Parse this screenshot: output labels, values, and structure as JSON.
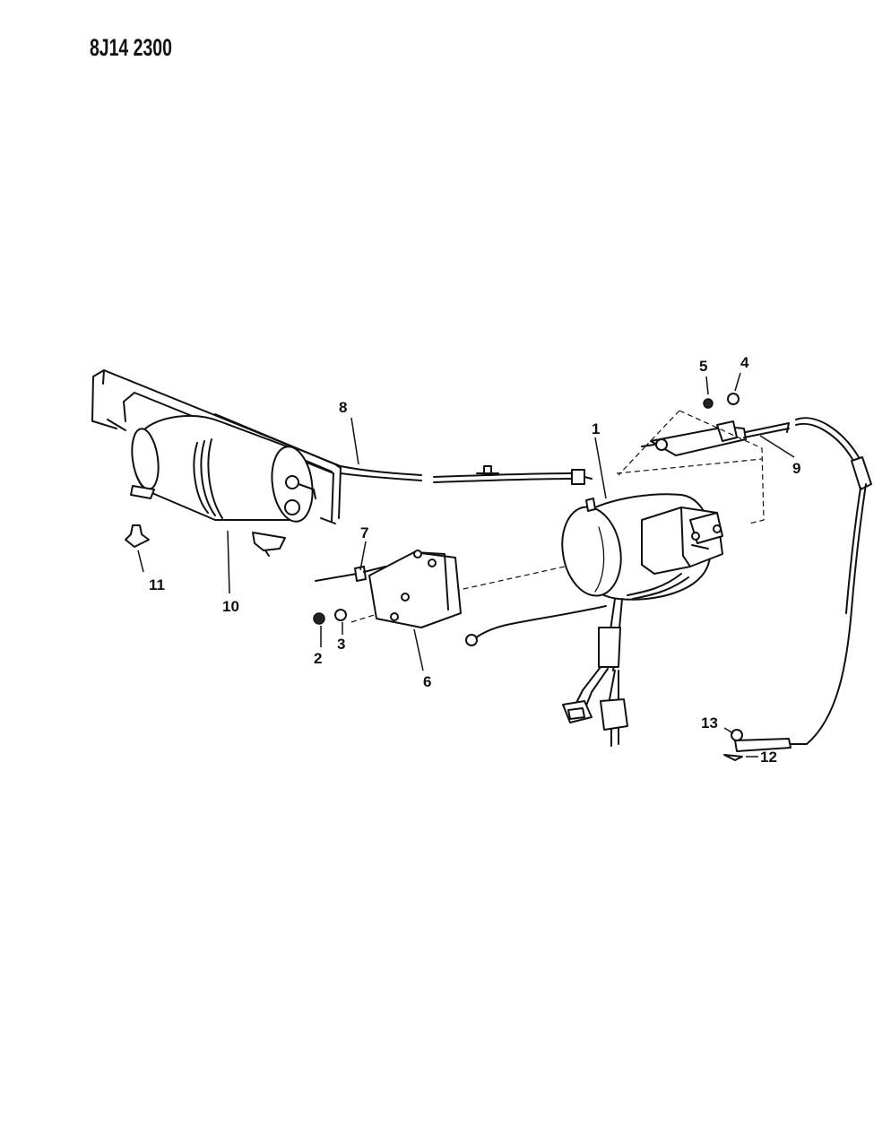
{
  "figure": {
    "ref_code": "8J14 2300"
  },
  "callouts": {
    "c1": "1",
    "c2": "2",
    "c3": "3",
    "c4": "4",
    "c5": "5",
    "c6": "6",
    "c7": "7",
    "c8": "8",
    "c9": "9",
    "c10": "10",
    "c11": "11",
    "c12": "12",
    "c13": "13"
  }
}
